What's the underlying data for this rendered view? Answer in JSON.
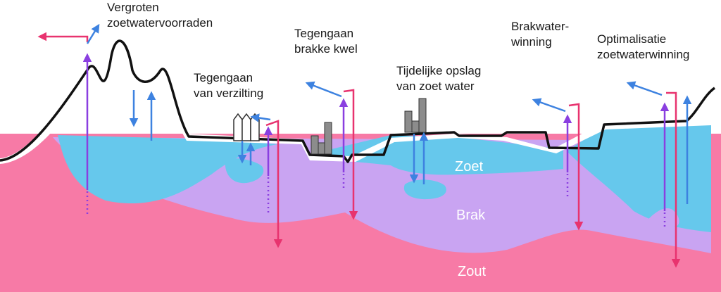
{
  "labels": {
    "vergroten_1": "Vergroten",
    "vergroten_2": "zoetwatervoorraden",
    "verzilting_1": "Tegengaan",
    "verzilting_2": "van verzilting",
    "kwel_1": "Tegengaan",
    "kwel_2": "brakke kwel",
    "opslag_1": "Tijdelijke opslag",
    "opslag_2": "van zoet water",
    "brakwater_1": "Brakwater-",
    "brakwater_2": "winning",
    "optimalisatie_1": "Optimalisatie",
    "optimalisatie_2": "zoetwaterwinning"
  },
  "zones": {
    "zoet": "Zoet",
    "brak": "Brak",
    "zout": "Zout"
  },
  "colors": {
    "zout": "#f77aa6",
    "brak": "#c9a4f2",
    "zoet": "#66c8ec",
    "terrain": "#111111",
    "arrow_blue": "#3d82e0",
    "arrow_purple": "#8a3fe0",
    "arrow_pink": "#e8336f"
  }
}
